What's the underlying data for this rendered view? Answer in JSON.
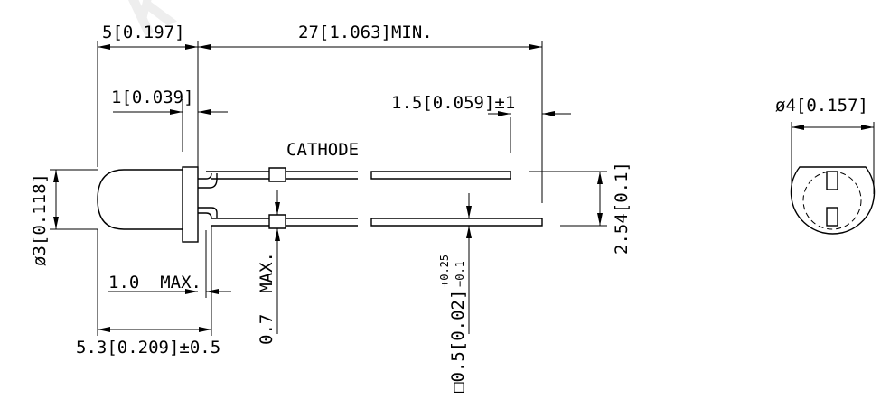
{
  "watermark": "K",
  "dimensions": {
    "body_length": "5[0.197]",
    "lead_length": "27[1.063]MIN.",
    "flange": "1[0.039]",
    "lead_offset": "1.5[0.059]±1",
    "lead_spacing": "2.54[0.1]",
    "lens_diameter": "ø3[0.118]",
    "flange_diameter": "ø4[0.157]",
    "max_protrusion": "1.0  MAX.",
    "overall_body": "5.3[0.209]±0.5",
    "lead_width": "0.7  MAX.",
    "lead_square_main": "□0.5[0.02]",
    "lead_square_tol_plus": "+0.25",
    "lead_square_tol_minus": "−0.1"
  },
  "labels": {
    "cathode": "CATHODE"
  }
}
